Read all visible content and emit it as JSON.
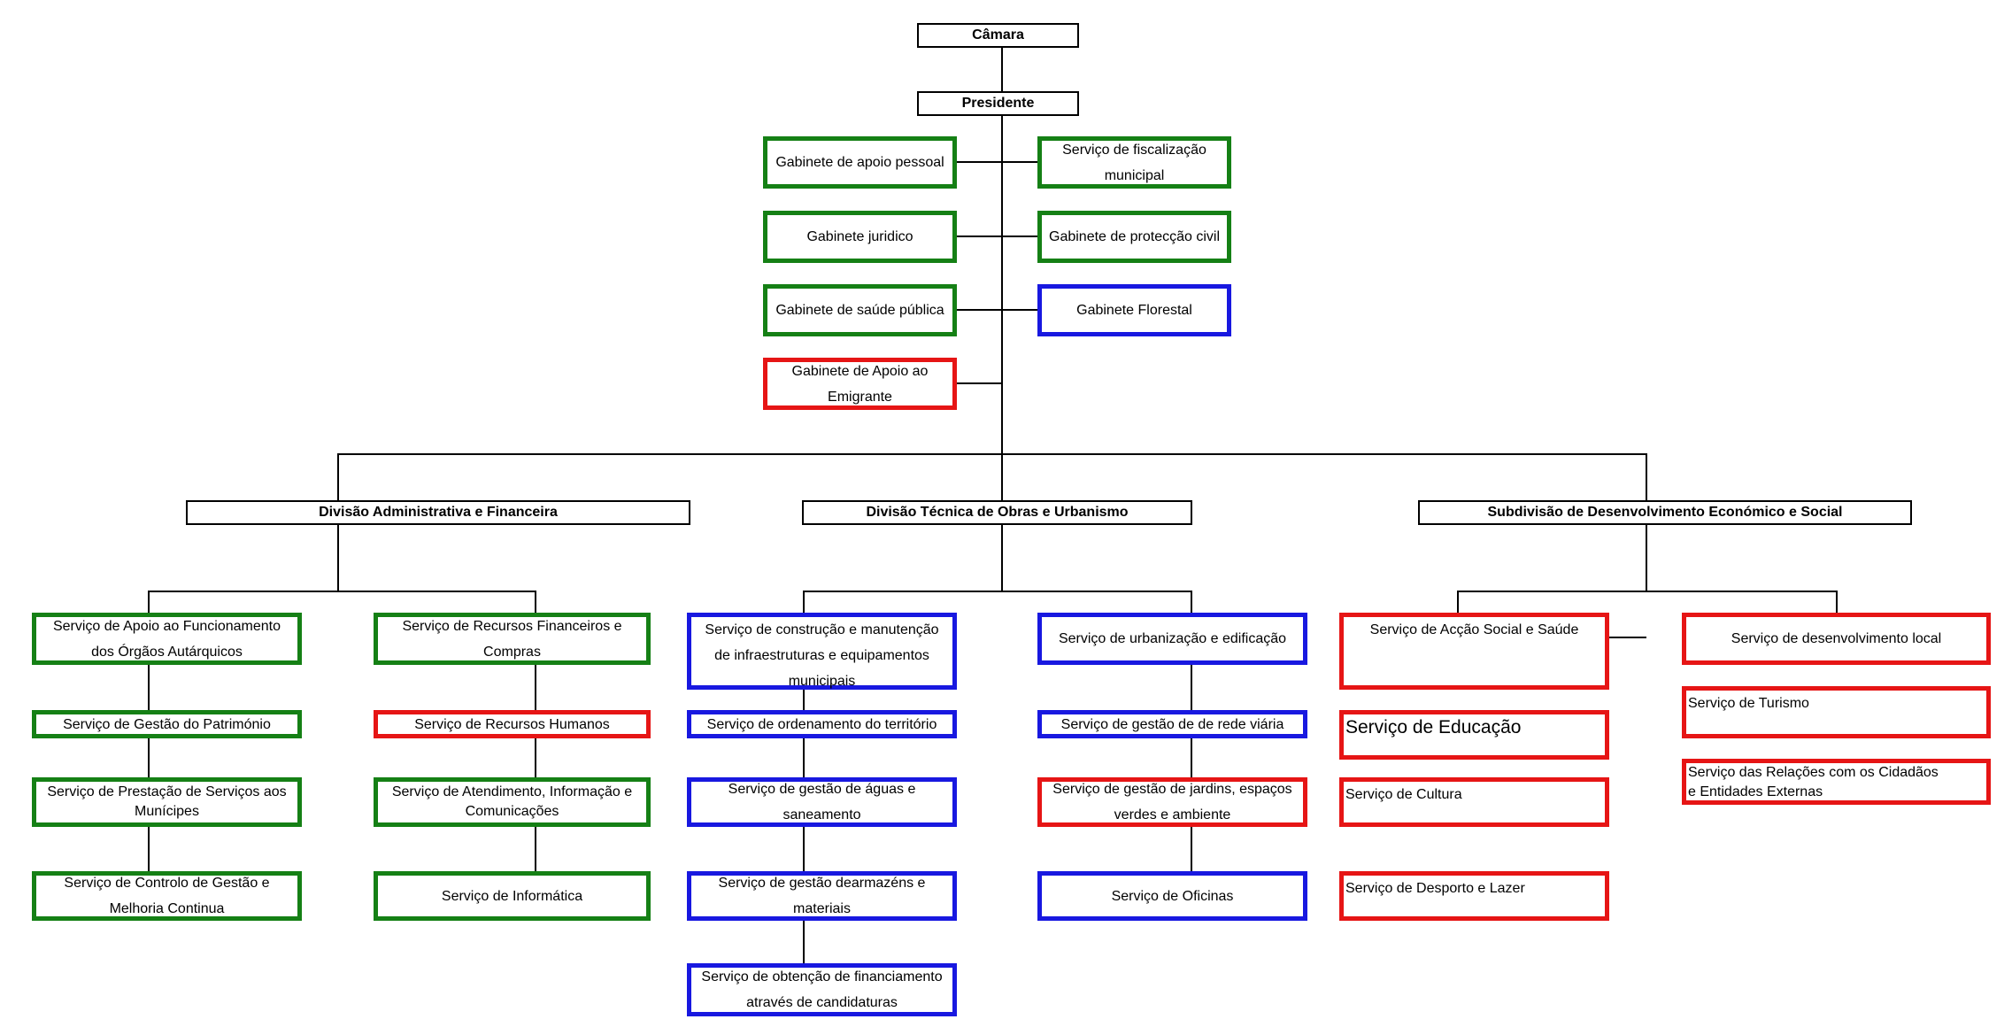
{
  "chart": {
    "camara": "Câmara",
    "presidente": "Presidente",
    "gabinete_apoio_pessoal": "Gabinete de apoio pessoal",
    "servico_fiscalizacao_1": "Serviço de fiscalização",
    "servico_fiscalizacao_2": "municipal",
    "gabinete_juridico": "Gabinete juridico",
    "gabinete_proteccao_civil": "Gabinete de protecção civil",
    "gabinete_saude_publica": "Gabinete de saúde pública",
    "gabinete_florestal": "Gabinete Florestal",
    "gabinete_emigrante_1": "Gabinete de Apoio ao",
    "gabinete_emigrante_2": "Emigrante",
    "divisao_admin": "Divisão Administrativa e Financeira",
    "divisao_tecnica": "Divisão Técnica de Obras e Urbanismo",
    "subdivisao_desenv": "Subdivisão de Desenvolvimento Económico e Social",
    "admin": {
      "apoio_orgaos_1": "Serviço de Apoio ao Funcionamento",
      "apoio_orgaos_2": "dos Órgãos Autárquicos",
      "gestao_patrimonio": "Serviço de Gestão do Património",
      "prestacao_servicos_1": "Serviço de Prestação de Serviços aos",
      "prestacao_servicos_2": "Munícipes",
      "controlo_gestao_1": "Serviço de Controlo de Gestão e",
      "controlo_gestao_2": "Melhoria Continua",
      "recursos_financeiros_1": "Serviço de Recursos Financeiros e",
      "recursos_financeiros_2": "Compras",
      "recursos_humanos": "Serviço de Recursos Humanos",
      "atendimento_1": "Serviço de Atendimento, Informação e",
      "atendimento_2": "Comunicações",
      "informatica": "Serviço de Informática"
    },
    "tecnica": {
      "construcao_1": "Serviço de construção e manutenção",
      "construcao_2": "de infraestruturas e equipamentos",
      "construcao_3": "municipais",
      "ordenamento": "Serviço de ordenamento do território",
      "aguas_1": "Serviço de gestão de águas e",
      "aguas_2": "saneamento",
      "armazens_1": "Serviço de gestão dearmazéns e",
      "armazens_2": "materiais",
      "financiamento_1": "Serviço de obtenção de financiamento",
      "financiamento_2": "através de candidaturas",
      "urbanizacao": "Serviço de urbanização e edificação",
      "rede_viaria": "Serviço de gestão de de rede viária",
      "jardins_1": "Serviço de gestão de jardins, espaços",
      "jardins_2": "verdes e ambiente",
      "oficinas": "Serviço de Oficinas"
    },
    "social": {
      "accao_social": "Serviço de Acção Social e Saúde",
      "educacao": "Serviço de Educação",
      "cultura": "Serviço de Cultura",
      "desporto": "Serviço de Desporto e Lazer",
      "desenvolvimento_local": "Serviço de desenvolvimento local",
      "turismo": "Serviço de Turismo",
      "relacoes_1": "Serviço das Relações com os  Cidadãos",
      "relacoes_2": "e Entidades Externas"
    }
  },
  "colors": {
    "green": "#158015",
    "blue": "#1818e0",
    "red": "#e61515",
    "line": "#000000"
  }
}
